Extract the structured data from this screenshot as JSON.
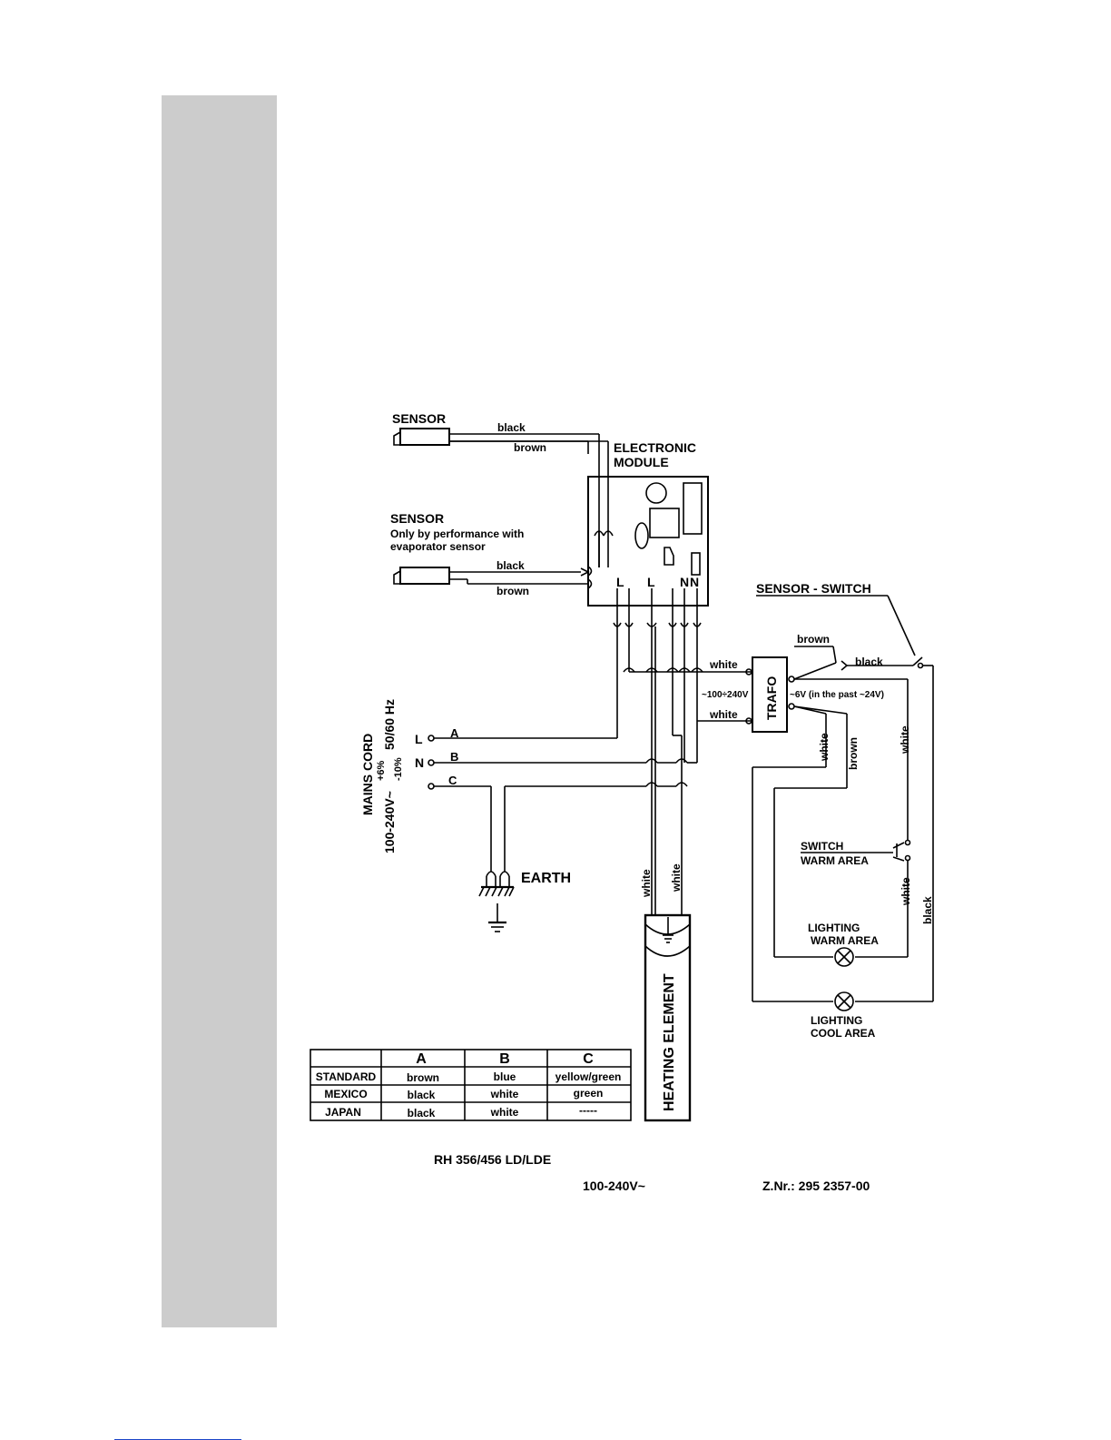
{
  "labels": {
    "sensor_top": "SENSOR",
    "sensor_top_black": "black",
    "sensor_top_brown": "brown",
    "module_line1": "ELECTRONIC",
    "module_line2": "MODULE",
    "sensor_evap": "SENSOR",
    "sensor_evap_note1": "Only by performance with",
    "sensor_evap_note2": "evaporator sensor",
    "sensor_evap_black": "black",
    "sensor_evap_brown": "brown",
    "module_pin_l1": "L",
    "module_pin_l2": "L",
    "module_pin_n": "N",
    "module_pin_n2": "N",
    "sensor_switch": "SENSOR - SWITCH",
    "switch_brown": "brown",
    "switch_black": "black",
    "trafo": "TRAFO",
    "trafo_in_top_white": "white",
    "trafo_in_bottom_white": "white",
    "trafo_in_voltage": "~100÷240V",
    "trafo_out_voltage": "~6V  (in the past ~24V)",
    "wire_white_trafo_down": "white",
    "wire_brown_trafo_down": "brown",
    "wire_white_right": "white",
    "mains_cord": "MAINS  CORD",
    "mains_voltage": "100-240V~",
    "mains_tol_plus": "+6%",
    "mains_tol_minus": "-10%",
    "mains_freq": "50/60 Hz",
    "cord_l": "L",
    "cord_n": "N",
    "cord_a": "A",
    "cord_b": "B",
    "cord_c": "C",
    "earth": "EARTH",
    "heater_white1": "white",
    "heater_white2": "white",
    "heating_element": "HEATING  ELEMENT",
    "switch_warm1": "SWITCH",
    "switch_warm2": "WARM  AREA",
    "wire_white_warm": "white",
    "wire_black_right": "black",
    "lighting_warm1": "LIGHTING",
    "lighting_warm2": "WARM  AREA",
    "lighting_cool1": "LIGHTING",
    "lighting_cool2": "COOL  AREA",
    "model": "RH 356/456 LD/LDE",
    "voltage": "100-240V~",
    "drawing_no": "Z.Nr.:  295 2357-00"
  },
  "table": {
    "headers": [
      "",
      "A",
      "B",
      "C"
    ],
    "rows": [
      [
        "STANDARD",
        "brown",
        "blue",
        "yellow/green"
      ],
      [
        "MEXICO",
        "black",
        "white",
        "green"
      ],
      [
        "JAPAN",
        "black",
        "white",
        "-----"
      ]
    ]
  }
}
